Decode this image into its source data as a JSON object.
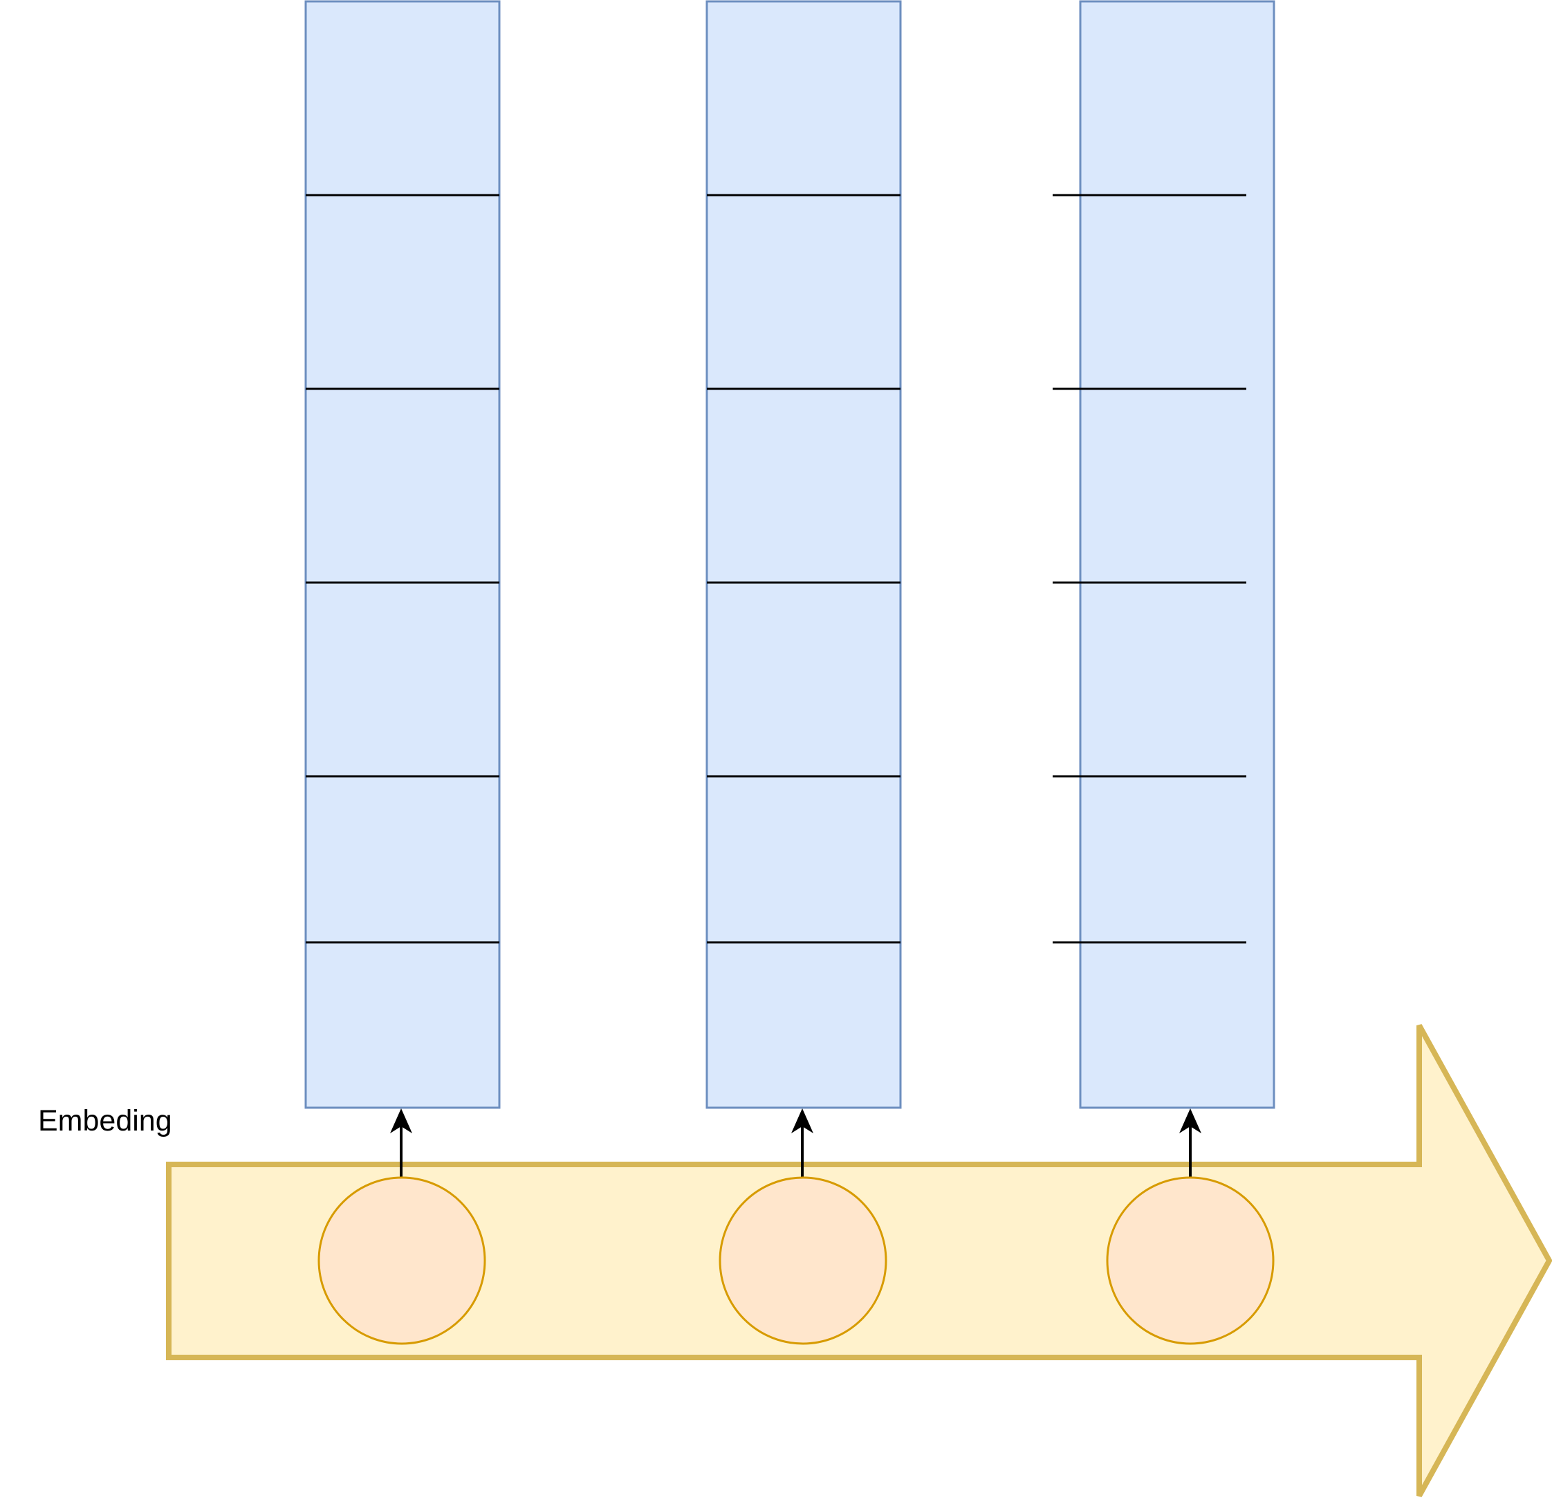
{
  "diagram": {
    "label": "Embeding",
    "colors": {
      "vector_fill": "#dae8fc",
      "vector_stroke": "#6c8ebf",
      "divider": "#000000",
      "band_fill": "#fff2cc",
      "band_stroke": "#d6b656",
      "token_fill": "#ffe6cc",
      "token_stroke": "#d79b00",
      "arrow": "#000000"
    },
    "columns": [
      {
        "id": "col-1",
        "cells": 6
      },
      {
        "id": "col-2",
        "cells": 6
      },
      {
        "id": "col-3",
        "cells": 6
      }
    ]
  }
}
